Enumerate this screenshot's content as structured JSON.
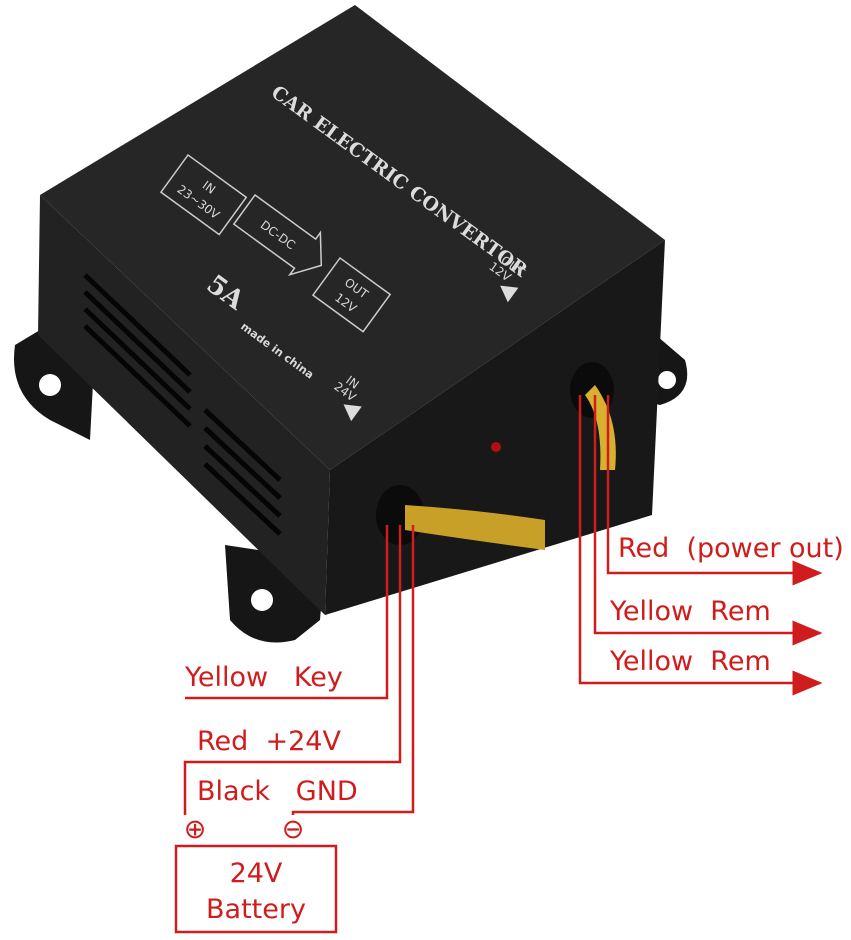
{
  "device": {
    "title": "CAR ELECTRIC CONVERTOR",
    "in_box": [
      "IN",
      "23~30V"
    ],
    "dcdc": "DC-DC",
    "out_box": [
      "OUT",
      "12V"
    ],
    "rating": "5A",
    "origin": "made in china",
    "out_marker": [
      "OUT",
      "12V"
    ],
    "in_marker": [
      "IN",
      "24V"
    ]
  },
  "output_wires": [
    {
      "label": "Red  (power out)"
    },
    {
      "label": "Yellow  Rem"
    },
    {
      "label": "Yellow  Rem"
    }
  ],
  "input_wires": [
    {
      "label": "Yellow   Key"
    },
    {
      "label": "Red  +24V"
    },
    {
      "label": "Black   GND"
    }
  ],
  "battery": {
    "line1": "24V",
    "line2": "Battery",
    "plus": "⊕",
    "minus": "⊖"
  },
  "colors": {
    "diagram_red": "#d01c1c",
    "case": "#1c1c1c"
  }
}
